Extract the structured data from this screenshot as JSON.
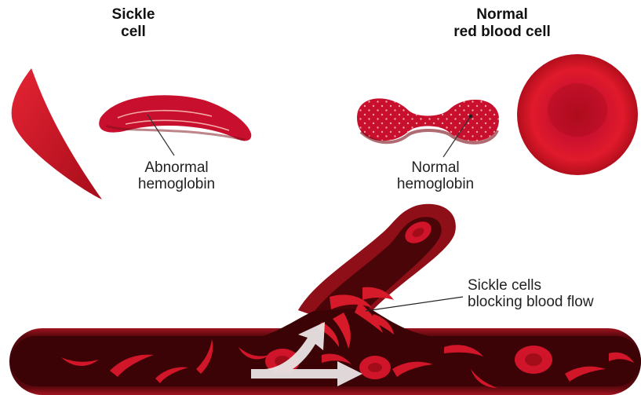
{
  "titles": {
    "sickle": [
      "Sickle",
      "cell"
    ],
    "normal": [
      "Normal",
      "red blood cell"
    ]
  },
  "labels": {
    "abnormal": [
      "Abnormal",
      "hemoglobin"
    ],
    "normal": [
      "Normal",
      "hemoglobin"
    ],
    "blocking": [
      "Sickle cells",
      "blocking blood flow"
    ]
  },
  "colors": {
    "cell": "#c8102e",
    "cell_dark": "#7a0a14",
    "vessel": "#8e0f17",
    "vessel_inner": "#4a0509",
    "arrow": "#e9e4e4"
  }
}
